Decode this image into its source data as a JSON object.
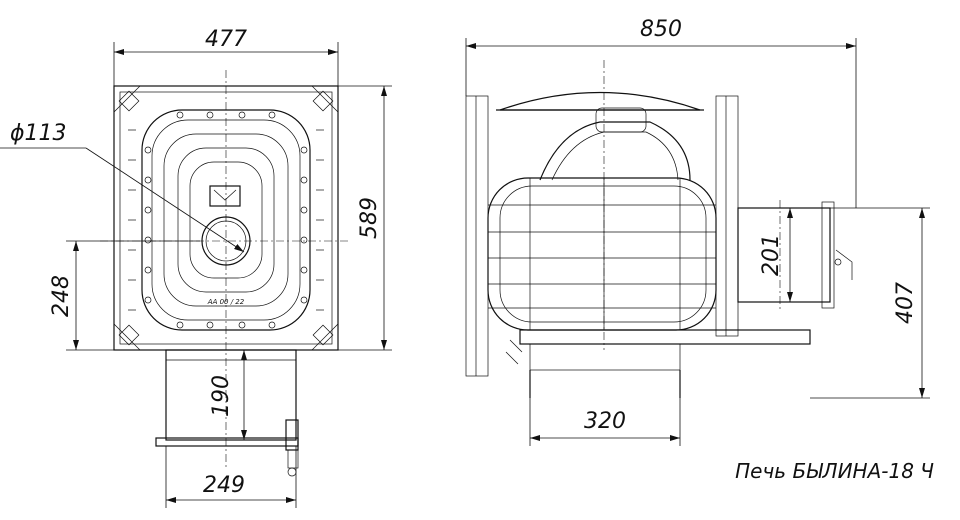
{
  "drawing": {
    "title": "Печь БЫЛИНА-18 Ч",
    "casting_mark": "АА 00 / 22"
  },
  "dimensions": {
    "top_width": "477",
    "top_height": "589",
    "hole_diameter": "ϕ113",
    "hole_offset": "248",
    "base_height": "190",
    "base_width": "249",
    "side_length": "850",
    "chimney_height": "201",
    "chimney_offset": "407",
    "stand_width": "320"
  }
}
